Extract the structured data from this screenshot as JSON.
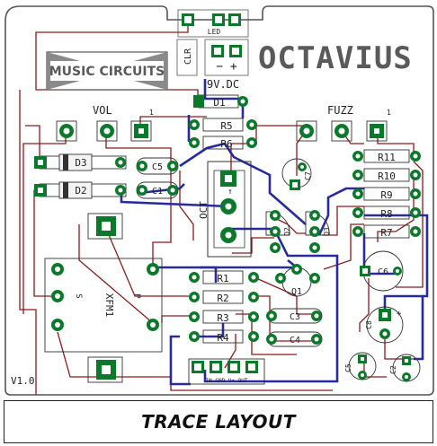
{
  "board": {
    "title": "OCTAVIUS",
    "logo": "MUSIC CIRCUITS",
    "version": "V1.0",
    "labels": {
      "vol": "VOL",
      "fuzz": "FUZZ",
      "pot_pin_vol": "1",
      "pot_pin_fuzz": "1",
      "dc": "9V.DC",
      "clr": "CLR",
      "led": "LED",
      "polarity": "− +",
      "oct": "OCT",
      "xfm": "XFM1",
      "xfm_s": "S",
      "xfm_p": "P",
      "io": "IN GND V+ OUT"
    },
    "parts": {
      "d1": "D1",
      "d2": "D2",
      "d3": "D3",
      "r1": "R1",
      "r2": "R2",
      "r3": "R3",
      "r4": "R4",
      "r5": "R5",
      "r6": "R6",
      "r7": "R7",
      "r8": "R8",
      "r9": "R9",
      "r10": "R10",
      "r11": "R11",
      "c1": "C1",
      "c2": "C2",
      "c3": "C3",
      "c4": "C4",
      "c5": "C5",
      "c6": "C6",
      "c7": "C7",
      "c8": "C8",
      "q1": "Q1",
      "q2": "Q2",
      "q3": "Q3"
    },
    "colors": {
      "trace_red": "#8b1a1a",
      "trace_blue": "#2a2aa0",
      "pad": "#008a2e",
      "silk": "#222222"
    }
  },
  "caption": "TRACE LAYOUT"
}
